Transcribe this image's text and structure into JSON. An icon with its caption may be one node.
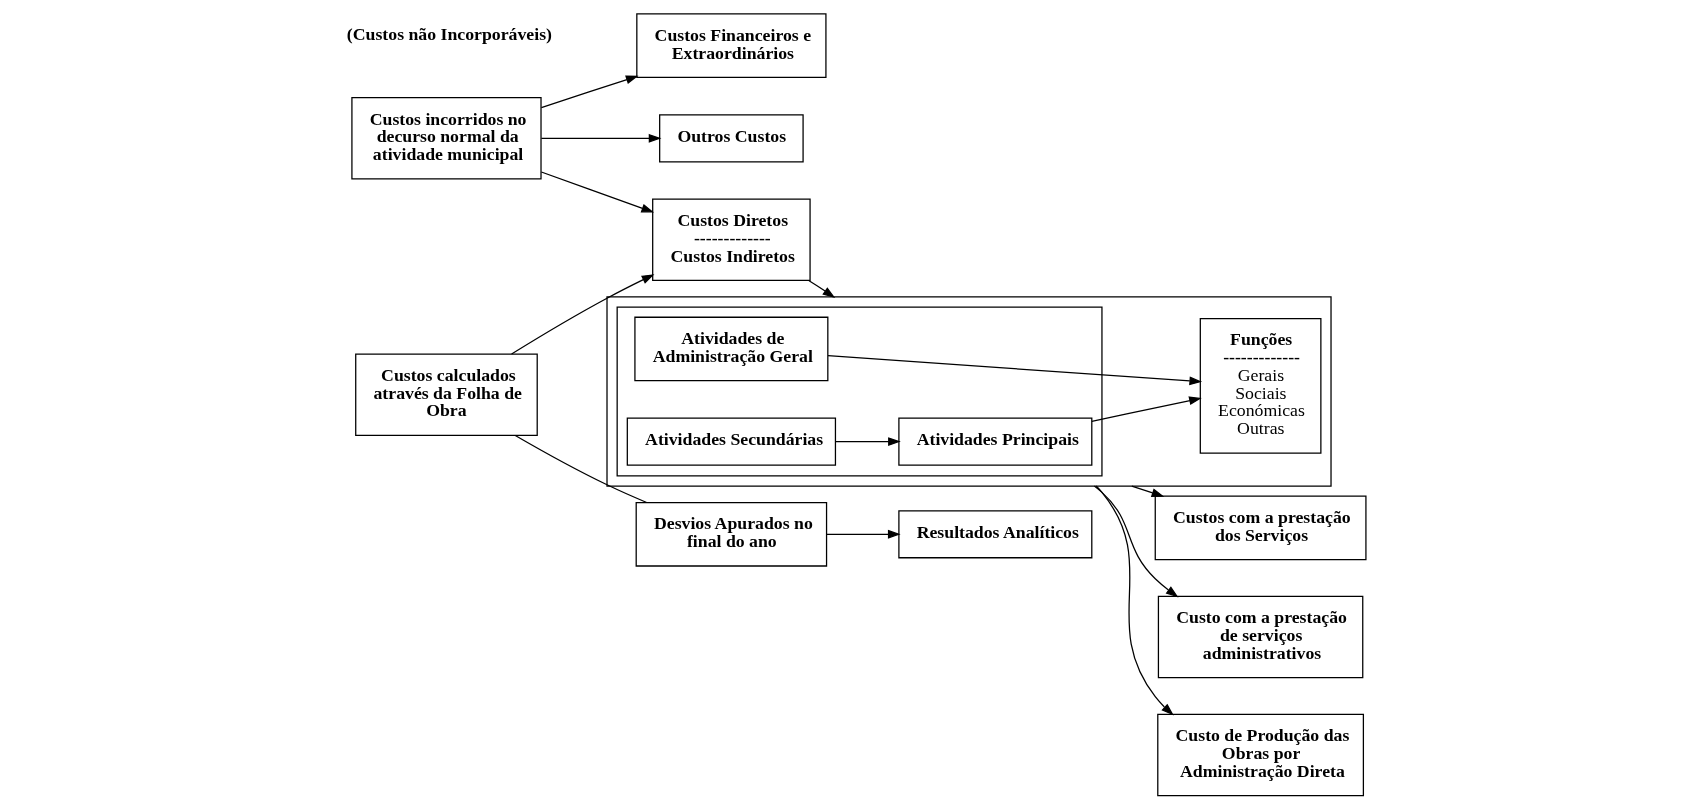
{
  "diagram": {
    "nodes": [
      {
        "text": [
          "Custos incorridos no decurso normal da atividade municipal"
        ]
      },
      {
        "text": [
          "Custos calculados através da Folha de Obra"
        ]
      },
      {
        "text": [
          "Custos Diretos",
          "-------------",
          "Custos Indiretos"
        ]
      },
      {
        "text": [],
        "shape": "box"
      },
      {
        "text": [],
        "shape": "box",
        "in": 3
      },
      {
        "text": [
          "Atividades Principais"
        ],
        "in": 4
      },
      {
        "text": [
          "Atividades Secundárias"
        ],
        "in": 4
      },
      {
        "text": [
          "Atividades de Administração Geral"
        ],
        "in": 4
      },
      {
        "text": [
          "Funções",
          "-------------",
          "Gerais",
          "Sociais",
          "Económicas",
          "Outras"
        ],
        "in": 3
      },
      {
        "text": [
          "Custos Financeiros e Extraordinários"
        ]
      },
      {
        "text": [
          "Outros Custos"
        ]
      },
      {
        "text": [
          "Desvios Apurados no final do ano"
        ]
      },
      {
        "text": [
          "Resultados Analíticos"
        ]
      },
      {
        "text": [
          "Custo de Produção das Obras por Administração Direta"
        ]
      },
      {
        "text": [
          "Custos com a prestação dos Serviços"
        ]
      },
      {
        "text": [
          "Custo com a prestação de serviços administrativos"
        ]
      }
    ],
    "edges": [
      {
        "from": 0,
        "to": 2,
        "arrow": "to"
      },
      {
        "from": 1,
        "to": 2,
        "arrow": "to"
      },
      {
        "from": 2,
        "to": 3,
        "arrow": "to"
      },
      {
        "from": 6,
        "to": 5,
        "arrow": "to"
      },
      {
        "from": 5,
        "to": 8,
        "arrow": "to"
      },
      {
        "from": 7,
        "to": 8,
        "arrow": "to"
      },
      {
        "from": 0,
        "to": 9,
        "arrow": "to"
      },
      {
        "from": 0,
        "to": 10,
        "arrow": "to"
      },
      {
        "from": 1,
        "to": 11,
        "arrow": "none"
      },
      {
        "from": 11,
        "to": 12,
        "arrow": "to"
      },
      {
        "from": 3,
        "to": 13,
        "arrow": "to"
      },
      {
        "from": 3,
        "to": 14,
        "arrow": "to"
      },
      {
        "from": 3,
        "to": 15,
        "arrow": "to"
      }
    ],
    "labels": [
      "(Custos não Incorporáveis)"
    ]
  }
}
